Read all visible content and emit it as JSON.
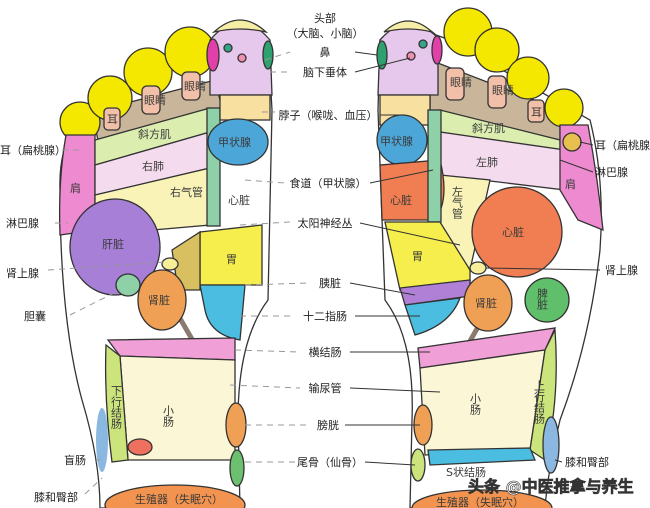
{
  "colors": {
    "toe": "#f5e800",
    "big_toe": "#e6c8ec",
    "cap": "#f6eea6",
    "brown": "#c9b69a",
    "trapezius": "#dbeeb0",
    "lung": "#f4dcee",
    "trachea": "#f9f3b8",
    "shoulder": "#ee8ad0",
    "liver": "#a77fd6",
    "thyroid": "#4da6d8",
    "heart": "#f07e52",
    "stomach": "#f6ee4c",
    "duodenum": "#4bbde0",
    "kidney": "#f0a055",
    "spleen": "#5fbf6a",
    "colon_transverse": "#f0a0d6",
    "small_intestine": "#fbf6d6",
    "colon_side": "#cce47c",
    "genital": "#f29450",
    "knee": "#8ab8e0",
    "green_strip": "#8ed0a8",
    "pancreas": "#b07fd6"
  },
  "center_labels": {
    "head": "头部",
    "head_sub": "（大脑、小脑）",
    "nose": "鼻",
    "pituitary": "脑下垂体",
    "neck": "脖子（喉咙、血压）",
    "esophagus": "食道（甲状腺）",
    "solar_plexus": "太阳神经丛",
    "pancreas": "胰脏",
    "duodenum": "十二指肠",
    "transverse_colon": "横结肠",
    "ureter": "输尿管",
    "bladder": "膀胱",
    "coccyx": "尾骨（仙骨）"
  },
  "left_labels": {
    "ear_tonsil": "耳（扁桃腺）",
    "lymph": "淋巴腺",
    "adrenal": "肾上腺",
    "gallbladder": "胆囊",
    "cecum": "盲肠",
    "knee_hip": "膝和臀部"
  },
  "right_labels": {
    "ear_tonsil": "耳（扁桃腺）",
    "lymph": "淋巴腺",
    "adrenal": "肾上腺",
    "knee_hip": "膝和臀部"
  },
  "left_foot": {
    "ear": "耳",
    "eye": "眼睛",
    "trapezius": "斜方肌",
    "lung": "右肺",
    "trachea": "右气管",
    "shoulder": "肩",
    "liver": "肝脏",
    "thyroid": "甲状腺",
    "heart": "心脏",
    "stomach": "胃",
    "kidney": "肾脏",
    "descending_colon": "下行结肠",
    "small_intestine": "小肠",
    "genital": "生殖器（失眠穴）"
  },
  "right_foot": {
    "ear": "耳",
    "eye": "眼睛",
    "trapezius": "斜方肌",
    "lung": "左肺",
    "trachea": "左气管",
    "shoulder": "肩",
    "heart": "心脏",
    "thyroid": "甲状腺",
    "stomach": "胃",
    "kidney": "肾脏",
    "spleen": "脾脏",
    "ascending_colon": "上行结肠",
    "small_intestine": "小肠",
    "sigmoid_colon": "S状结肠",
    "genital": "生殖器（失眠穴）"
  },
  "watermark": "头条 @中医推拿与养生"
}
